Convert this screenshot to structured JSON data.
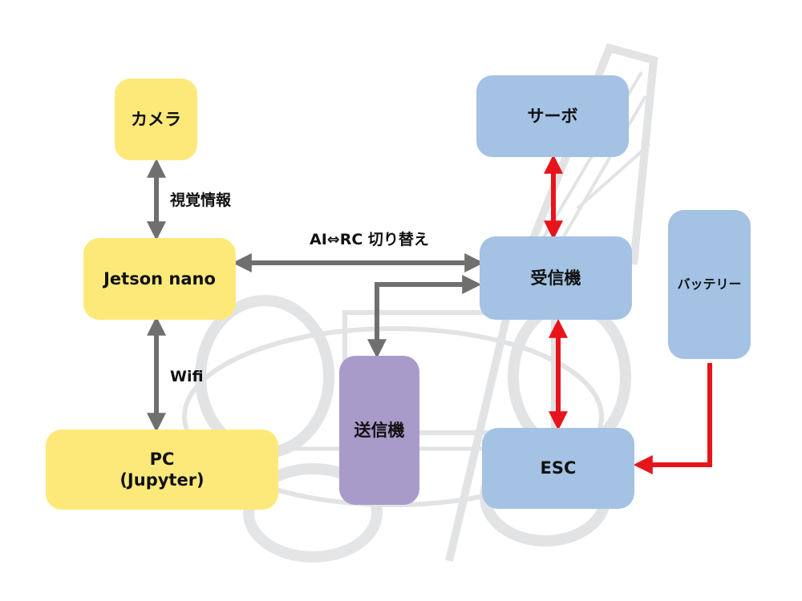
{
  "nodes": {
    "camera": "カメラ",
    "jetson": "Jetson nano",
    "pc": "PC\n(Jupyter)",
    "transmitter": "送信機",
    "servo": "サーボ",
    "receiver": "受信機",
    "esc": "ESC",
    "battery": "バッテリー"
  },
  "edges": {
    "camera_jetson": "視覚情報",
    "jetson_pc": "Wifi",
    "jetson_receiver": "AI⇔RC 切り替え"
  },
  "colors": {
    "node_yellow": "#fde97a",
    "node_blue": "#a4c2e4",
    "node_purple": "#a99bc9",
    "connector_gray": "#6f6f6f",
    "connector_red": "#e8141c"
  }
}
